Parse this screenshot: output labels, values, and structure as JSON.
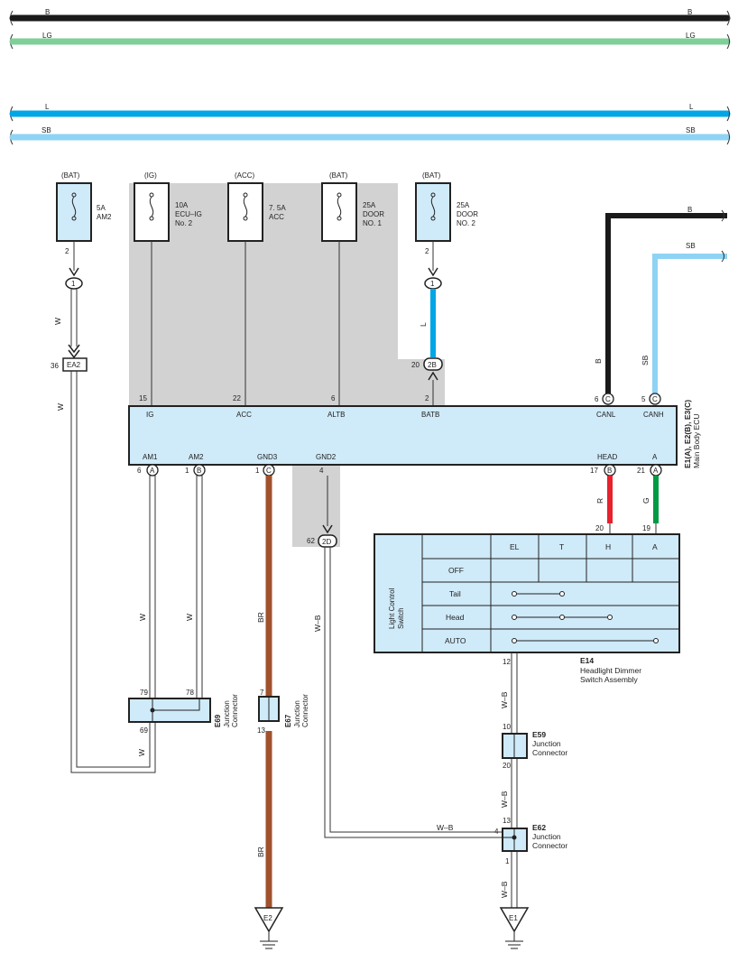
{
  "buses": [
    {
      "label": "B",
      "color": "#1a1a1a"
    },
    {
      "label": "LG",
      "color": "#7fcf99"
    },
    {
      "label": "L",
      "color": "#00a6e6"
    },
    {
      "label": "SB",
      "color": "#8fd3f4"
    }
  ],
  "fuses": [
    {
      "source": "(BAT)",
      "rating": [
        "5A",
        "AM2"
      ],
      "pin": "2",
      "conn": "1"
    },
    {
      "source": "(IG)",
      "rating": [
        "10A",
        "ECU–IG",
        "No. 2"
      ]
    },
    {
      "source": "(ACC)",
      "rating": [
        "7. 5A",
        "ACC"
      ]
    },
    {
      "source": "(BAT)",
      "rating": [
        "25A",
        "DOOR",
        "NO. 1"
      ]
    },
    {
      "source": "(BAT)",
      "rating": [
        "25A",
        "DOOR",
        "NO. 2"
      ],
      "pin": "2",
      "conn": "1"
    }
  ],
  "ecu": {
    "title": [
      "E1(A), E2(B), E3(C)",
      "Main Body ECU"
    ],
    "top_pins": [
      {
        "name": "IG",
        "num": "15",
        "conn": ""
      },
      {
        "name": "ACC",
        "num": "22",
        "conn": ""
      },
      {
        "name": "ALTB",
        "num": "6",
        "conn": ""
      },
      {
        "name": "BATB",
        "num": "2",
        "conn": ""
      },
      {
        "name": "CANL",
        "num": "6",
        "conn": "C"
      },
      {
        "name": "CANH",
        "num": "5",
        "conn": "C"
      }
    ],
    "bottom_pins": [
      {
        "name": "AM1",
        "num": "6",
        "conn": "A"
      },
      {
        "name": "AM2",
        "num": "1",
        "conn": "B"
      },
      {
        "name": "GND3",
        "num": "1",
        "conn": "C"
      },
      {
        "name": "GND2",
        "num": "4",
        "conn": ""
      },
      {
        "name": "HEAD",
        "num": "17",
        "conn": "B"
      },
      {
        "name": "A",
        "num": "21",
        "conn": "A"
      }
    ]
  },
  "connectors": {
    "ea2": {
      "num": "36",
      "label": "EA2"
    },
    "c2b": {
      "num": "20",
      "label": "2B"
    },
    "c2d": {
      "num": "62",
      "label": "2D"
    }
  },
  "wires": {
    "w": "W",
    "l": "L",
    "b": "B",
    "sb": "SB",
    "br": "BR",
    "wb": "W–B",
    "r": "R",
    "g": "G"
  },
  "switch": {
    "side_label": [
      "Light Control",
      "Switch"
    ],
    "columns": [
      "EL",
      "T",
      "H",
      "A"
    ],
    "rows": [
      "OFF",
      "Tail",
      "Head",
      "AUTO"
    ],
    "pin_h": "20",
    "pin_a": "19",
    "pin_bottom": "12",
    "id": "E14",
    "name": [
      "Headlight Dimmer",
      "Switch Assembly"
    ]
  },
  "junctions": {
    "e69": {
      "id": "E69",
      "name": [
        "Junction",
        "Connector"
      ],
      "pins": [
        "79",
        "78",
        "69"
      ]
    },
    "e67": {
      "id": "E67",
      "name": [
        "Junction",
        "Connector"
      ],
      "pins": [
        "7",
        "13"
      ]
    },
    "e59": {
      "id": "E59",
      "name": [
        "Junction",
        "Connector"
      ],
      "pins": [
        "10",
        "20"
      ]
    },
    "e62": {
      "id": "E62",
      "name": [
        "Junction",
        "Connector"
      ],
      "pins": [
        "13",
        "4",
        "1"
      ]
    }
  },
  "grounds": [
    "E2",
    "E1"
  ]
}
